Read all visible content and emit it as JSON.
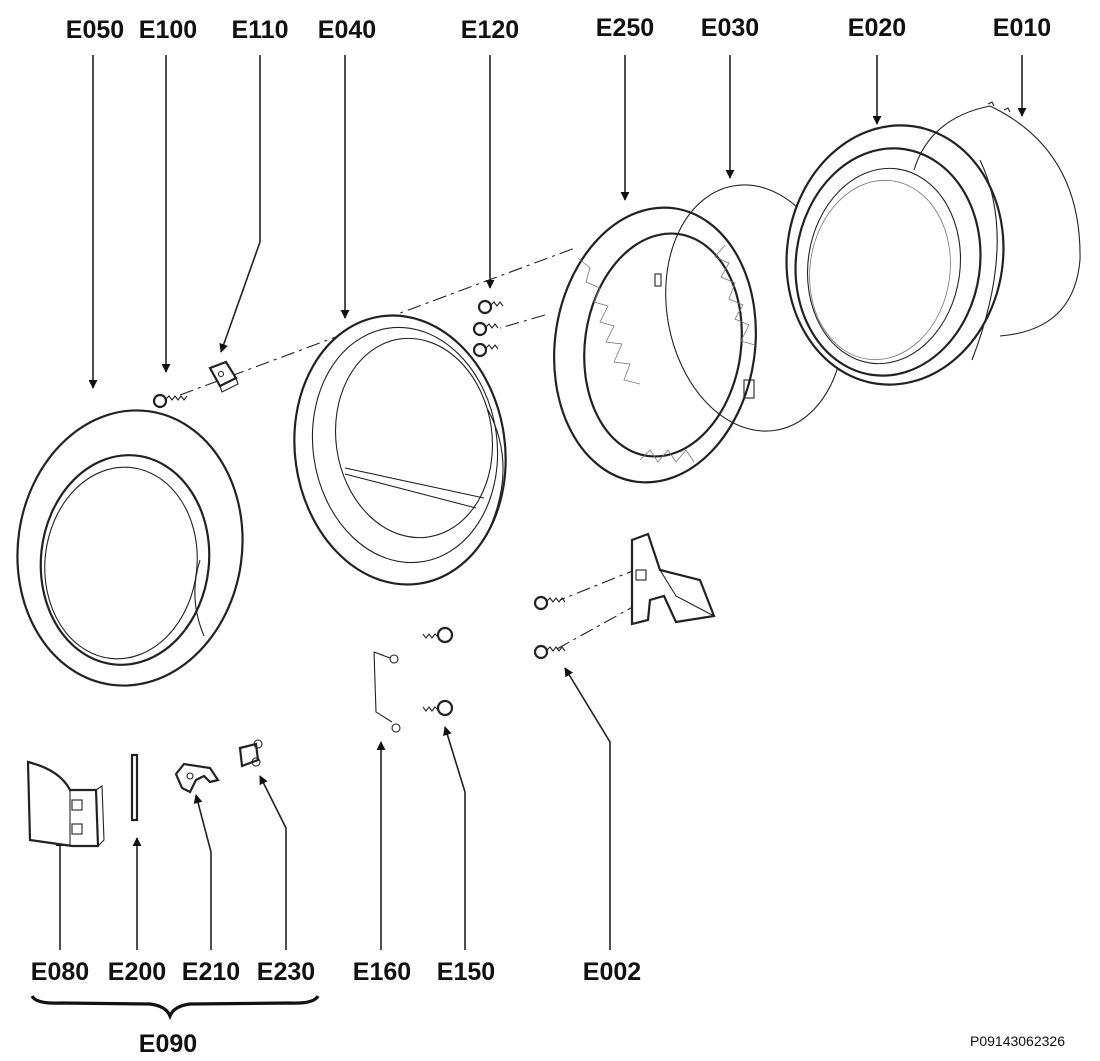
{
  "diagram": {
    "reference_code": "P09143062326",
    "labels": {
      "e050": "E050",
      "e100": "E100",
      "e110": "E110",
      "e040": "E040",
      "e120": "E120",
      "e250": "E250",
      "e030": "E030",
      "e020": "E020",
      "e010": "E010",
      "e080": "E080",
      "e200": "E200",
      "e210": "E210",
      "e230": "E230",
      "e160": "E160",
      "e150": "E150",
      "e002": "E002",
      "e090": "E090"
    }
  }
}
